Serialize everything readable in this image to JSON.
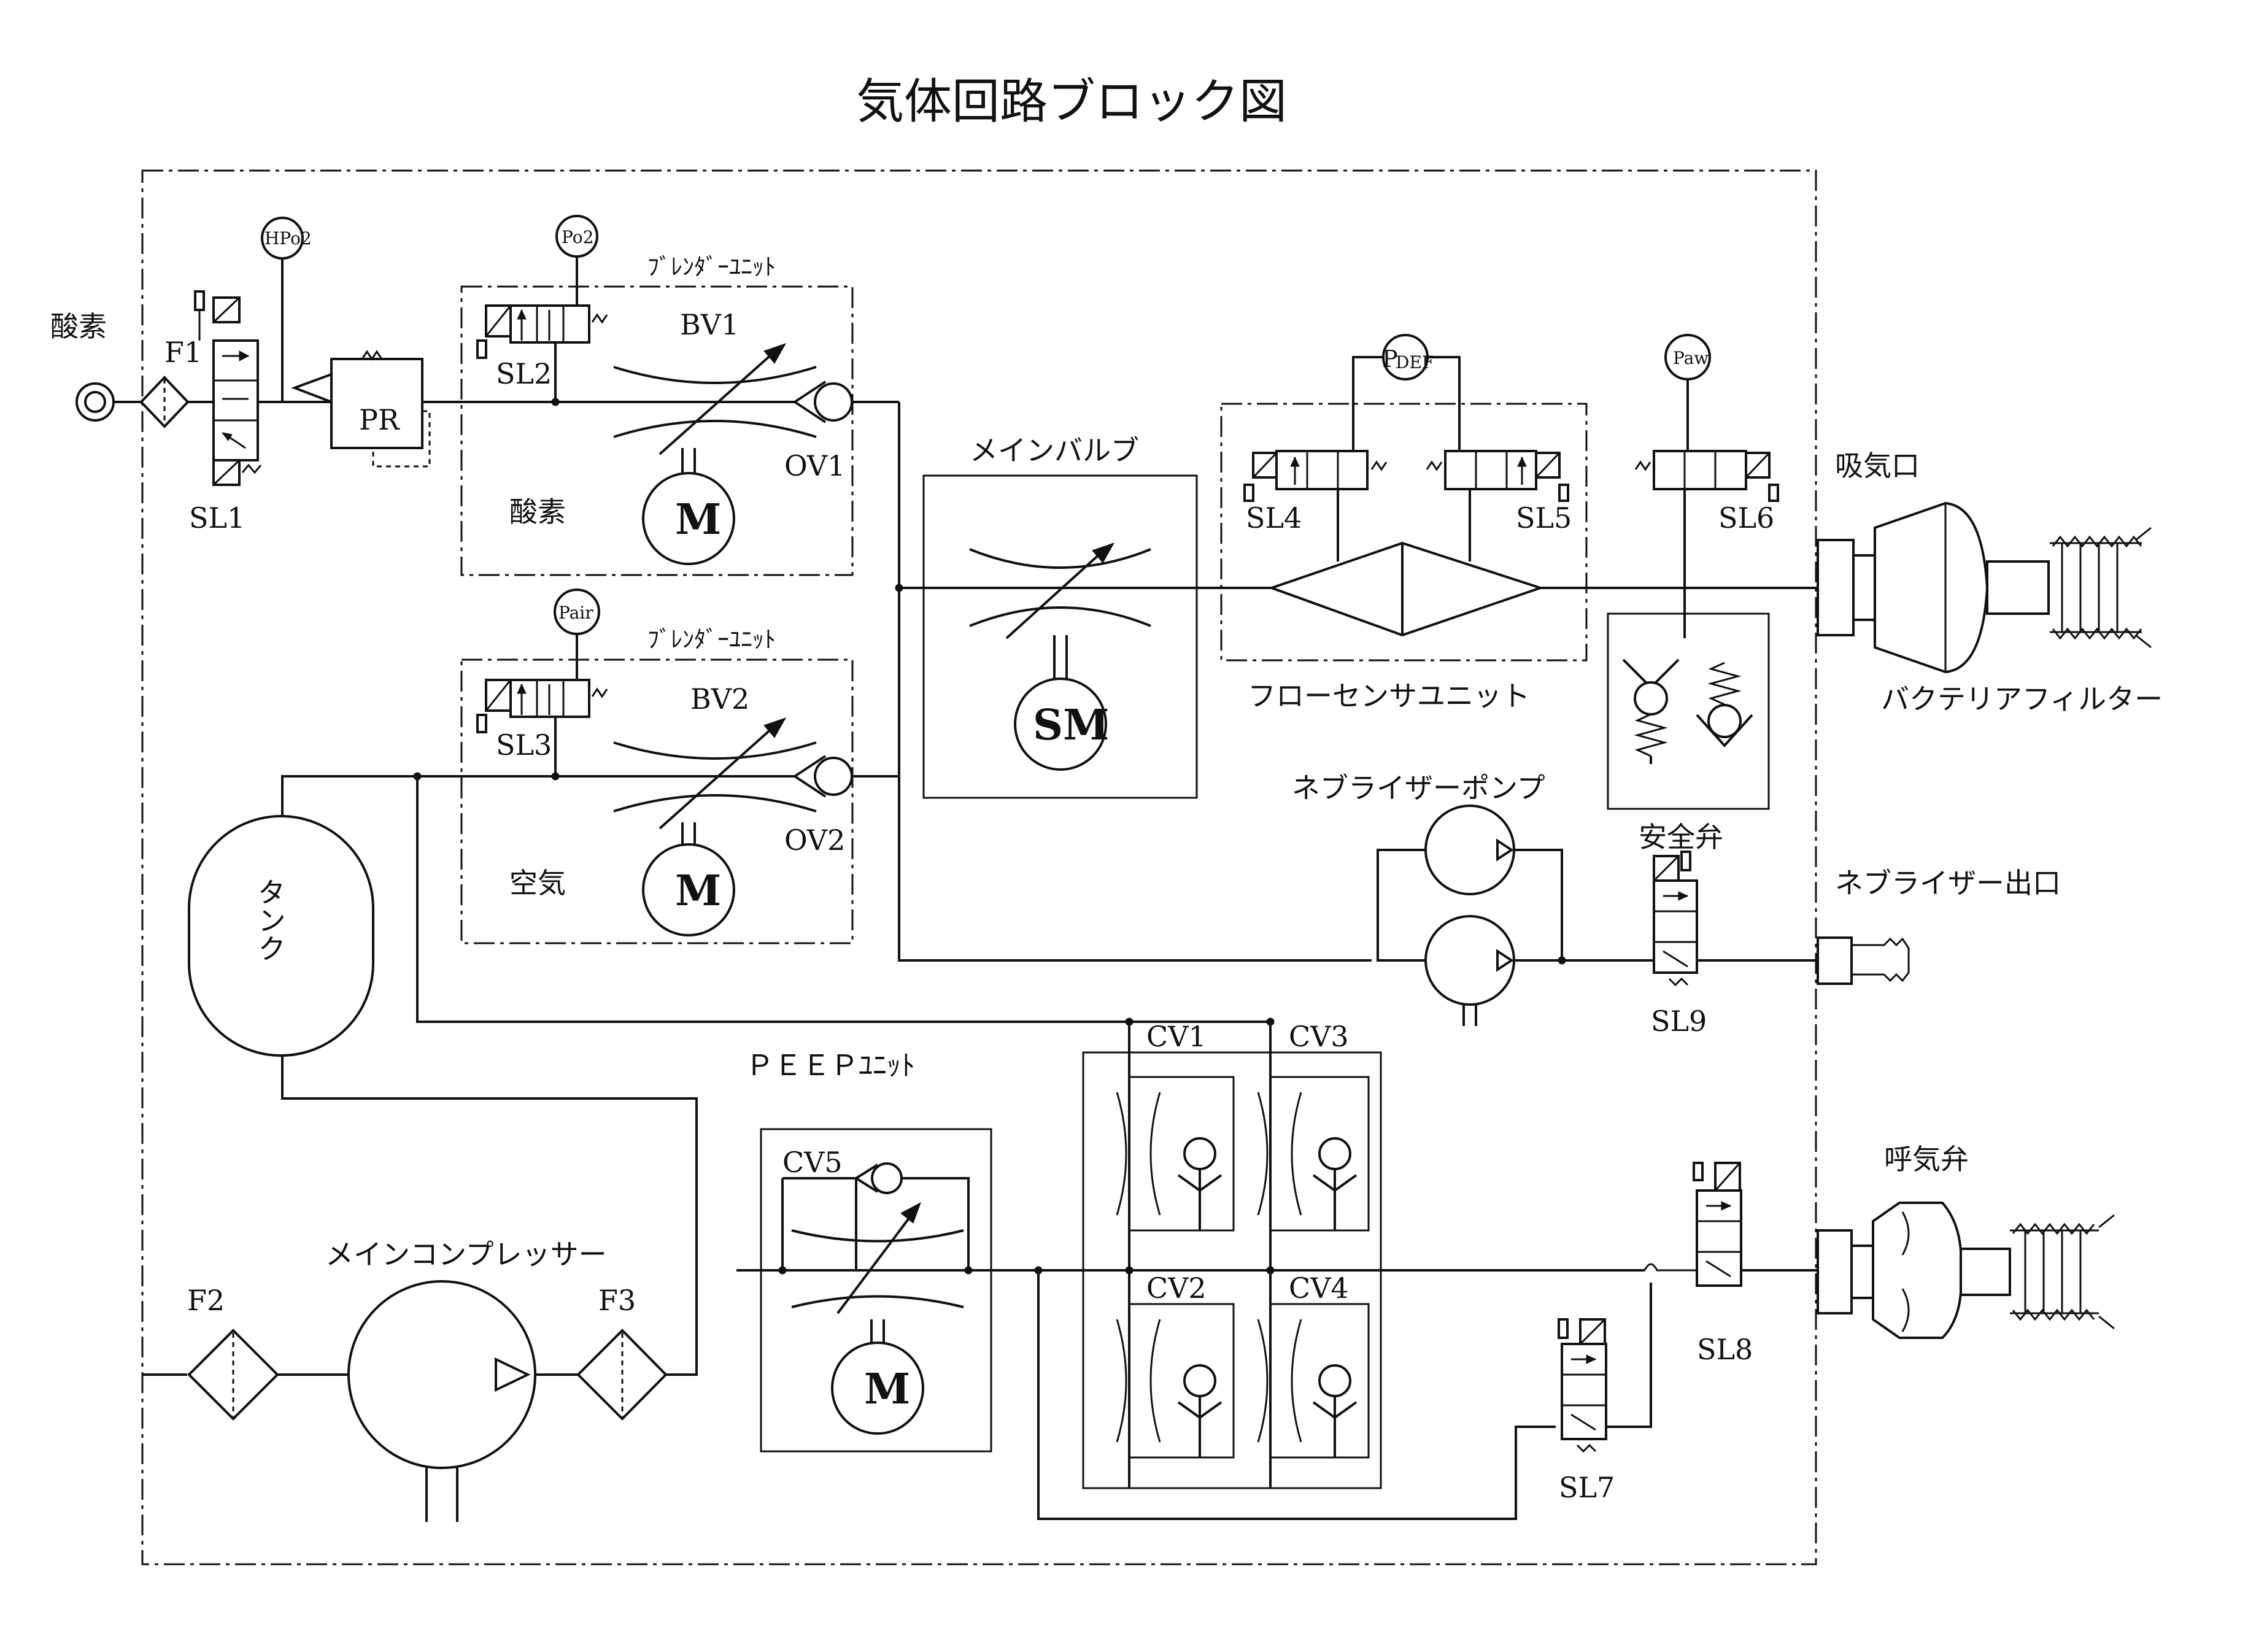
{
  "title": "気体回路ブロック図",
  "ports": {
    "oxygen_in": "酸素",
    "inspiratory_port": "吸気口",
    "bacteria_filter": "バクテリアフィルター",
    "nebulizer_outlet": "ネブライザー出口",
    "expiratory_valve": "呼気弁"
  },
  "units": {
    "blender_unit_1": "ﾌﾞﾚﾝﾀﾞｰﾕﾆｯﾄ",
    "blender_unit_2": "ﾌﾞﾚﾝﾀﾞｰﾕﾆｯﾄ",
    "main_valve": "メインバルブ",
    "flow_sensor_unit": "フローセンサユニット",
    "safety_valve": "安全弁",
    "nebulizer_pump": "ネブライザーポンプ",
    "tank": "タンク",
    "peep_unit": "ＰＥＥＰﾕﾆｯﾄ",
    "main_compressor": "メインコンプレッサー",
    "oxygen_section": "酸素",
    "air_section": "空気"
  },
  "gauges": {
    "hpo2": "HPo2",
    "po2": "Po2",
    "pair": "Pair",
    "pdef_main": "P",
    "pdef_sub": "DEF",
    "paw": "Paw"
  },
  "components": {
    "f1": "F1",
    "f2": "F2",
    "f3": "F3",
    "sl1": "SL1",
    "sl2": "SL2",
    "sl3": "SL3",
    "sl4": "SL4",
    "sl5": "SL5",
    "sl6": "SL6",
    "sl7": "SL7",
    "sl8": "SL8",
    "sl9": "SL9",
    "pr": "PR",
    "bv1": "BV1",
    "bv2": "BV2",
    "ov1": "OV1",
    "ov2": "OV2",
    "cv1": "CV1",
    "cv2": "CV2",
    "cv3": "CV3",
    "cv4": "CV4",
    "cv5": "CV5",
    "motor": "M",
    "servo_motor": "SM"
  }
}
